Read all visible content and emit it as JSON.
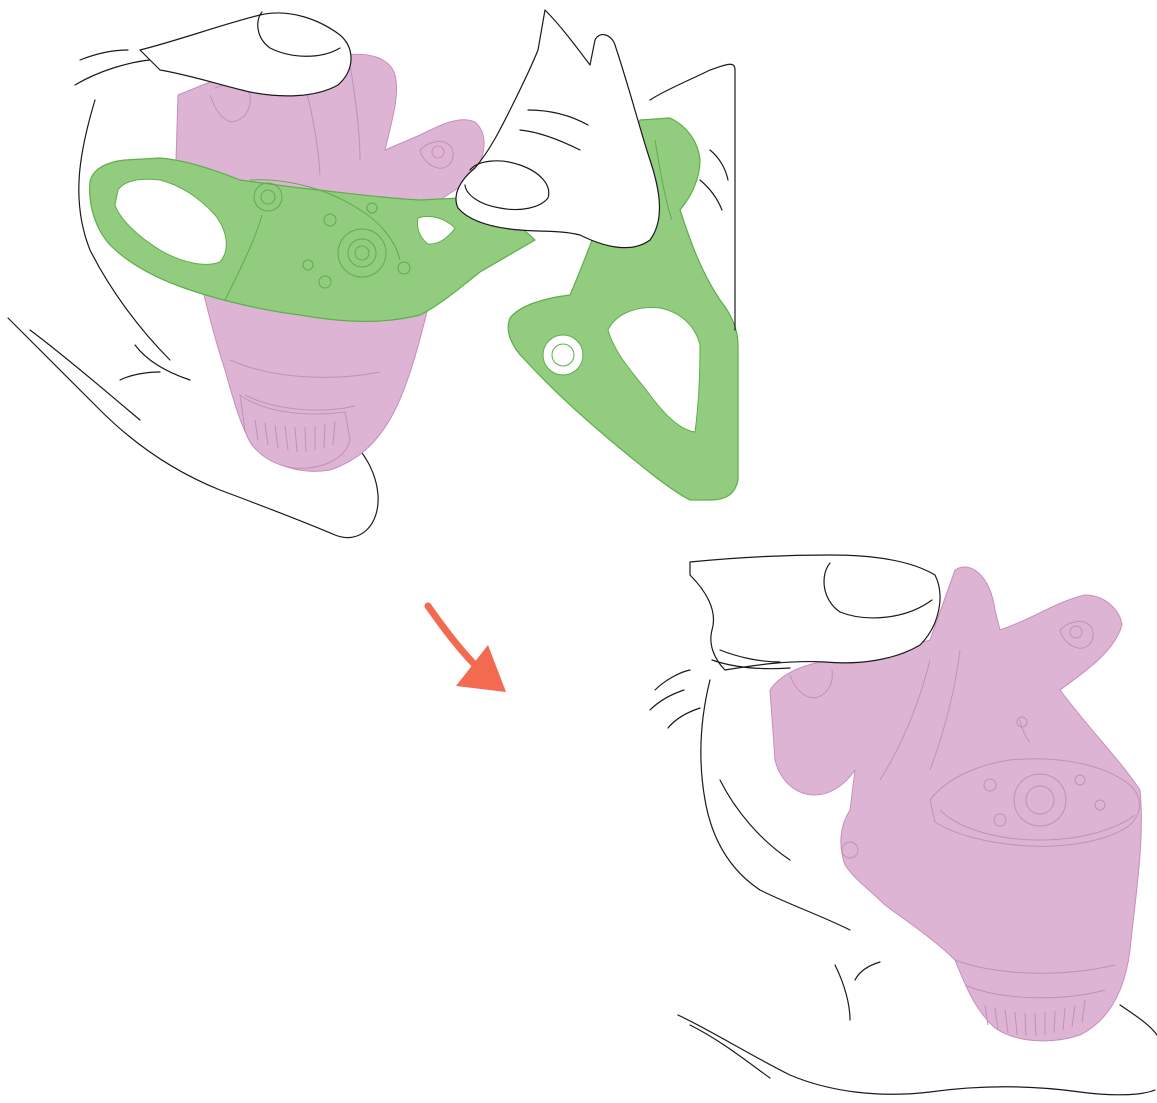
{
  "colors": {
    "background": "#ffffff",
    "device_fill": "#ddb4d4",
    "device_line": "#c58fba",
    "part_fill": "#91cc7f",
    "part_line": "#5fae4a",
    "arrow": "#f26b50",
    "outline": "#1a1a1a"
  },
  "steps": [
    {
      "name": "remove-bracket",
      "state": "bracket-attached"
    },
    {
      "name": "bracket-removed",
      "state": "bracket-detached"
    }
  ],
  "icons": {
    "arrow": "arrow-down-right-icon"
  }
}
